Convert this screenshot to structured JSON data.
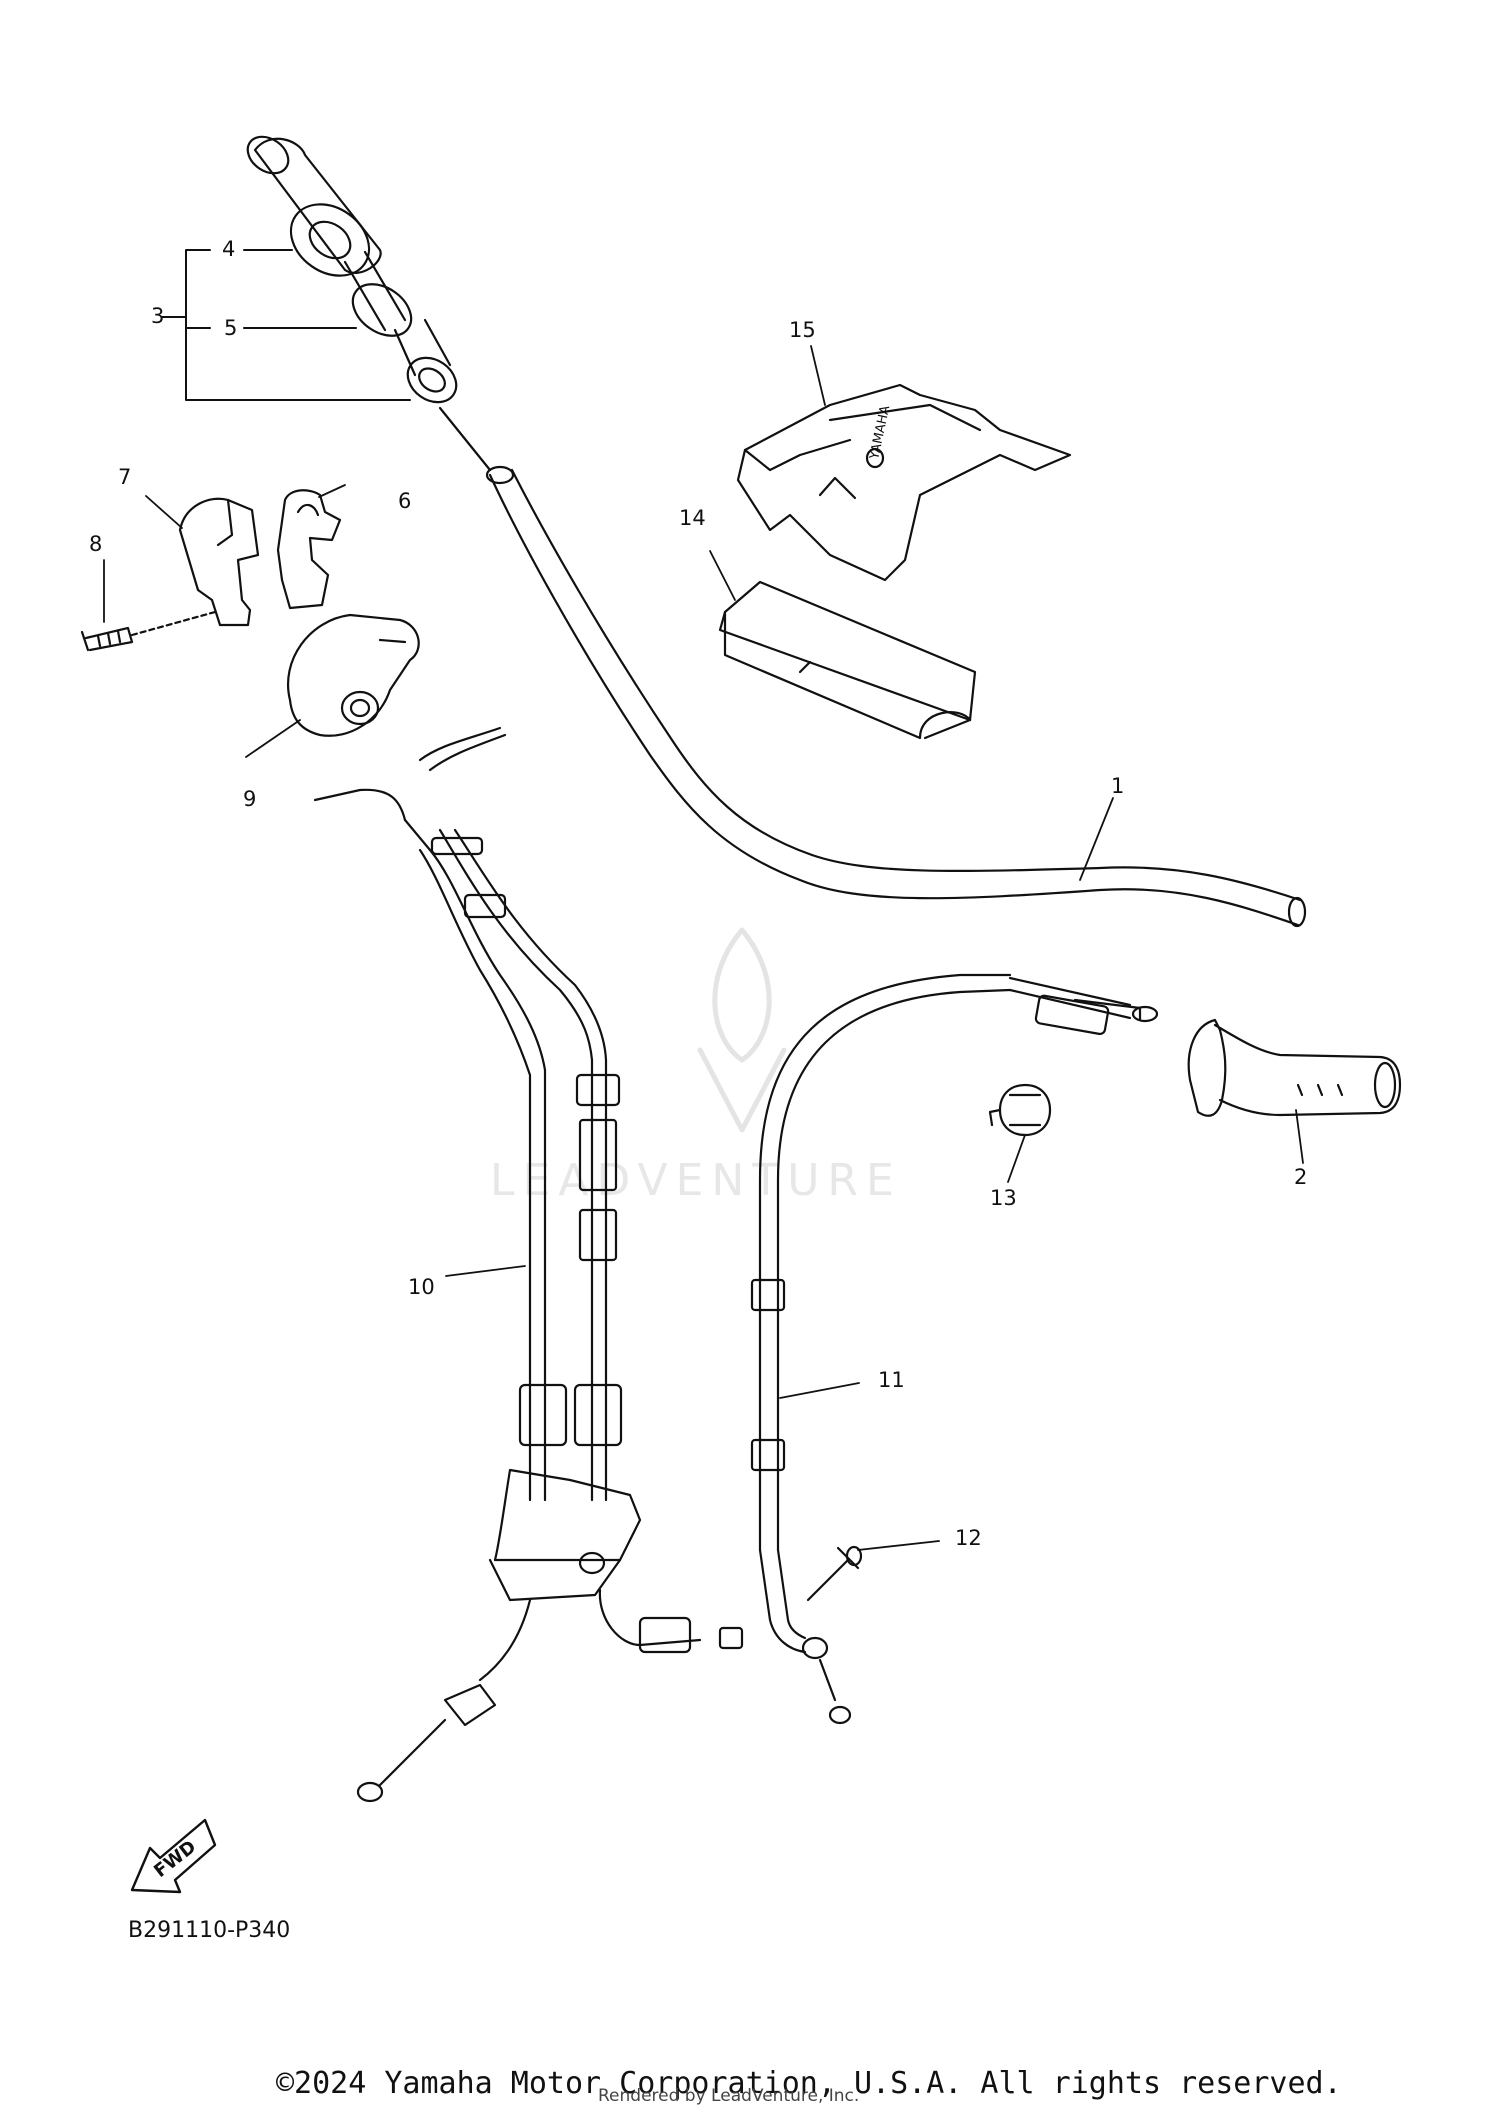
{
  "callouts": {
    "c1": "1",
    "c2": "2",
    "c3": "3",
    "c4": "4",
    "c5": "5",
    "c6": "6",
    "c7": "7",
    "c8": "8",
    "c9": "9",
    "c10": "10",
    "c11": "11",
    "c12": "12",
    "c13": "13",
    "c14": "14",
    "c15": "15"
  },
  "fwd_label": "FWD",
  "diagram_ref": "B291110-P340",
  "copyright": "©2024 Yamaha Motor Corporation, U.S.A. All rights reserved.",
  "rendered_by": "Rendered by LeadVenture, Inc.",
  "watermark": "LEADVENTURE",
  "pad_brand": "YAMAHA",
  "colors": {
    "line": "#111111",
    "watermark": "#e7e7e7",
    "background": "#ffffff"
  }
}
